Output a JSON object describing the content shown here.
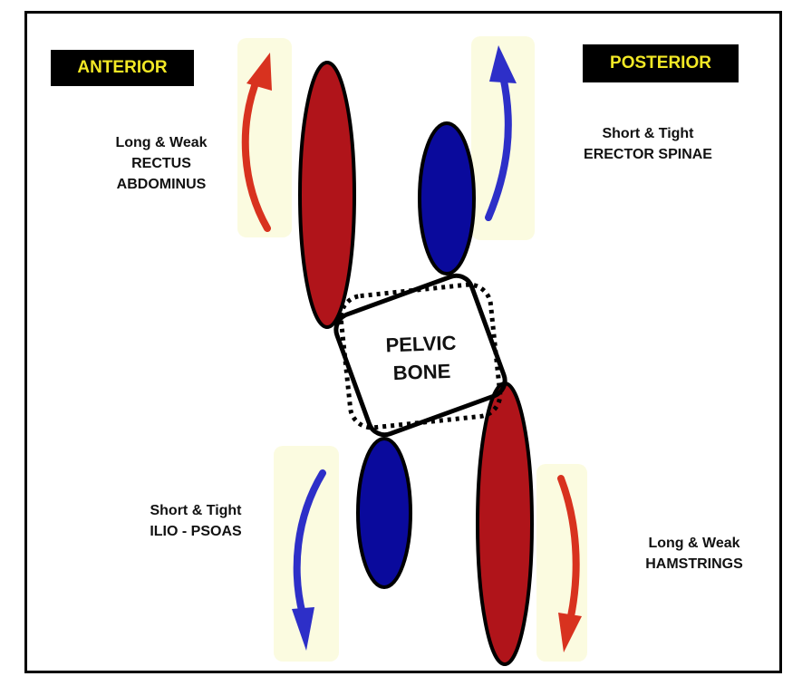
{
  "labels": {
    "anterior": "ANTERIOR",
    "posterior": "POSTERIOR",
    "rectus_abdominus": [
      "Long & Weak",
      "RECTUS",
      "ABDOMINUS"
    ],
    "erector_spinae": [
      "Short & Tight",
      "ERECTOR SPINAE"
    ],
    "ilio_psoas": [
      "Short & Tight",
      "ILIO - PSOAS"
    ],
    "hamstrings": [
      "Long & Weak",
      "HAMSTRINGS"
    ],
    "pelvic_bone": [
      "PELVIC",
      "BONE"
    ]
  },
  "colors": {
    "long_weak_muscle": "#b0141a",
    "short_tight_muscle": "#0a0a9c",
    "red_arrow": "#d8321f",
    "blue_arrow": "#2d2fc8",
    "tag_text": "#f2e825",
    "arrow_glow": "#fbfbe0"
  }
}
